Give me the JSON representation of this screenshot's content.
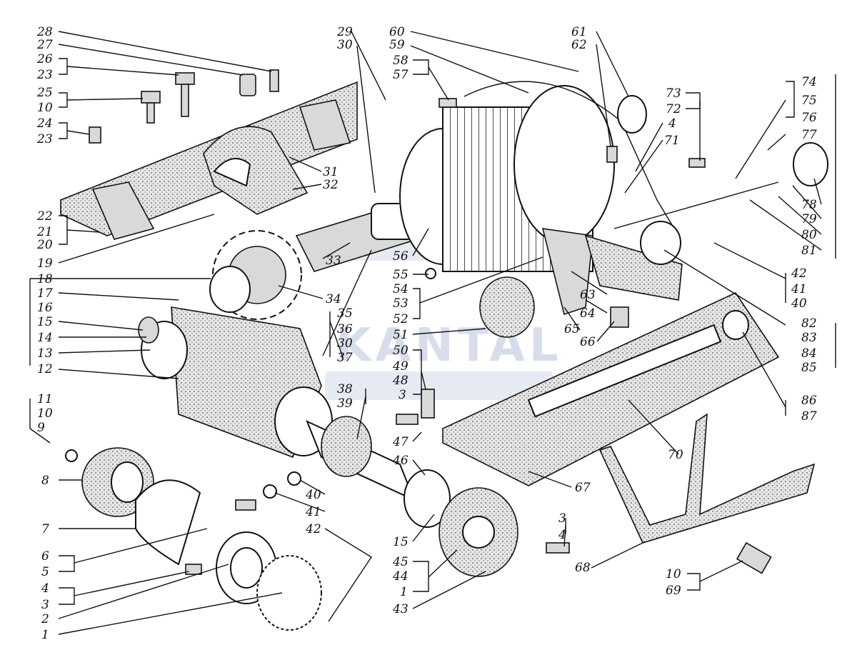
{
  "watermark": "KANTAL",
  "labels": [
    "28",
    "27",
    "26",
    "23",
    "25",
    "10",
    "24",
    "23",
    "22",
    "21",
    "20",
    "19",
    "18",
    "17",
    "16",
    "15",
    "14",
    "13",
    "12",
    "11",
    "10",
    "9",
    "8",
    "7",
    "6",
    "5",
    "4",
    "3",
    "2",
    "1",
    "29",
    "30",
    "60",
    "59",
    "58",
    "57",
    "31",
    "32",
    "33",
    "34",
    "35",
    "36",
    "30",
    "37",
    "56",
    "55",
    "54",
    "53",
    "52",
    "51",
    "50",
    "49",
    "48",
    "3",
    "47",
    "38",
    "39",
    "46",
    "40",
    "41",
    "42",
    "15",
    "45",
    "44",
    "1",
    "43",
    "61",
    "62",
    "4",
    "71",
    "73",
    "72",
    "74",
    "75",
    "76",
    "77",
    "78",
    "79",
    "80",
    "81",
    "42",
    "41",
    "40",
    "63",
    "64",
    "65",
    "66",
    "82",
    "83",
    "84",
    "85",
    "86",
    "87",
    "70",
    "67",
    "68",
    "3",
    "4",
    "10",
    "69"
  ],
  "colors": {
    "ink": "#111111",
    "watermark": "#b8c3dc",
    "shade": "#d9d9d9"
  }
}
